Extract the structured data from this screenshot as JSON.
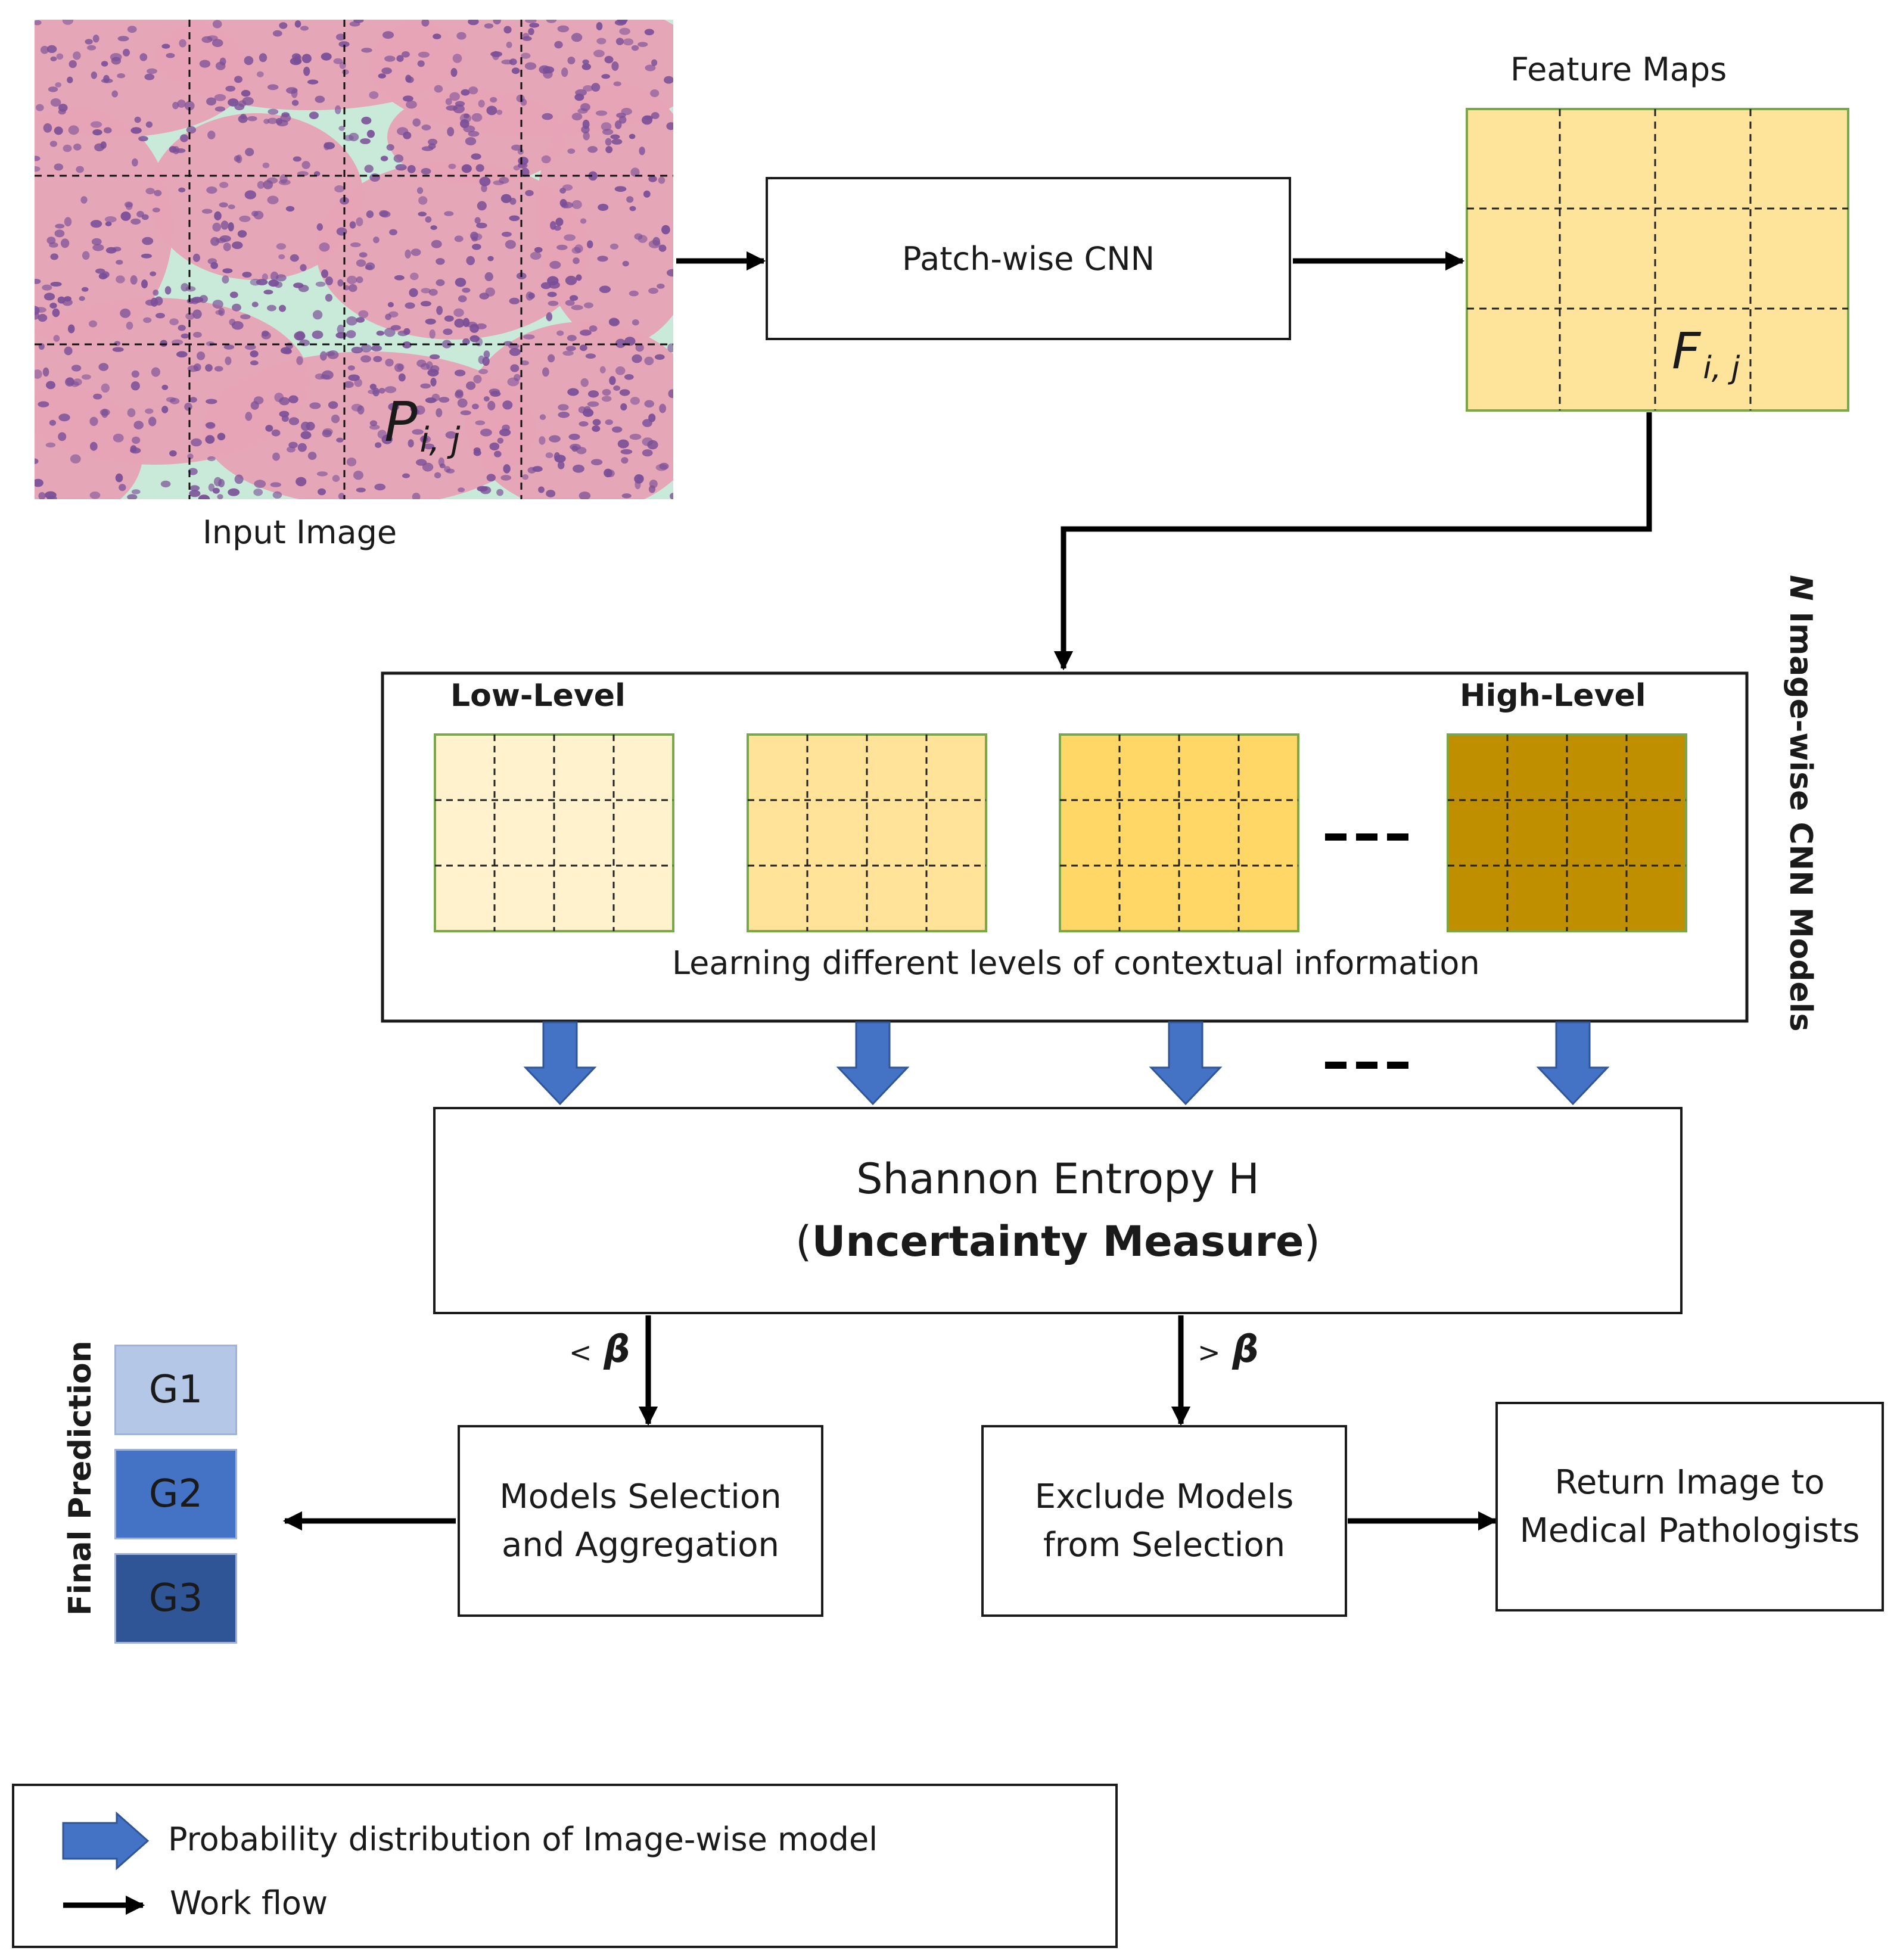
{
  "input_image": {
    "caption": "Input Image",
    "patch_symbol": "P",
    "patch_subscript": "i, j",
    "tissue_colors": {
      "background": "#c9e9d9",
      "stroma": "#e7a3b6",
      "nuclei": "#7a4f97"
    }
  },
  "patch_cnn": {
    "label": "Patch-wise CNN"
  },
  "feature_maps": {
    "title": "Feature Maps",
    "symbol": "F",
    "symbol_subscript": "i, j",
    "fill": "#fde49a",
    "border": "#7aa74a"
  },
  "image_wise_models": {
    "side_label_italic": "N",
    "side_label_rest": " Image-wise CNN Models",
    "low_label": "Low-Level",
    "high_label": "High-Level",
    "caption": "Learning different levels of contextual information",
    "ellipsis": "- - -",
    "level_fills": [
      "#fff2cc",
      "#fee399",
      "#fed766",
      "#bf8f00"
    ],
    "level_border": "#7aa74a"
  },
  "prob_arrows": {
    "ellipsis": "- - -",
    "color": "#4472c4"
  },
  "entropy": {
    "line1": "Shannon Entropy H",
    "open_paren": "(",
    "bold": "Uncertainty Measure",
    "close_paren": ")"
  },
  "branches": {
    "less": {
      "op": "<",
      "symbol": "β"
    },
    "greater": {
      "op": ">",
      "symbol": "β"
    }
  },
  "selection": {
    "line1": "Models Selection",
    "line2": "and Aggregation"
  },
  "exclude": {
    "line1": "Exclude Models",
    "line2": "from Selection"
  },
  "return_image": {
    "line1": "Return Image to",
    "line2": "Medical Pathologists"
  },
  "final_prediction": {
    "label": "Final Prediction",
    "grades": [
      {
        "label": "G1",
        "color": "#b4c7e7"
      },
      {
        "label": "G2",
        "color": "#4472c4"
      },
      {
        "label": "G3",
        "color": "#2f5597"
      }
    ]
  },
  "legend": {
    "prob_label": "Probability distribution of Image-wise model",
    "flow_label": "Work flow"
  }
}
